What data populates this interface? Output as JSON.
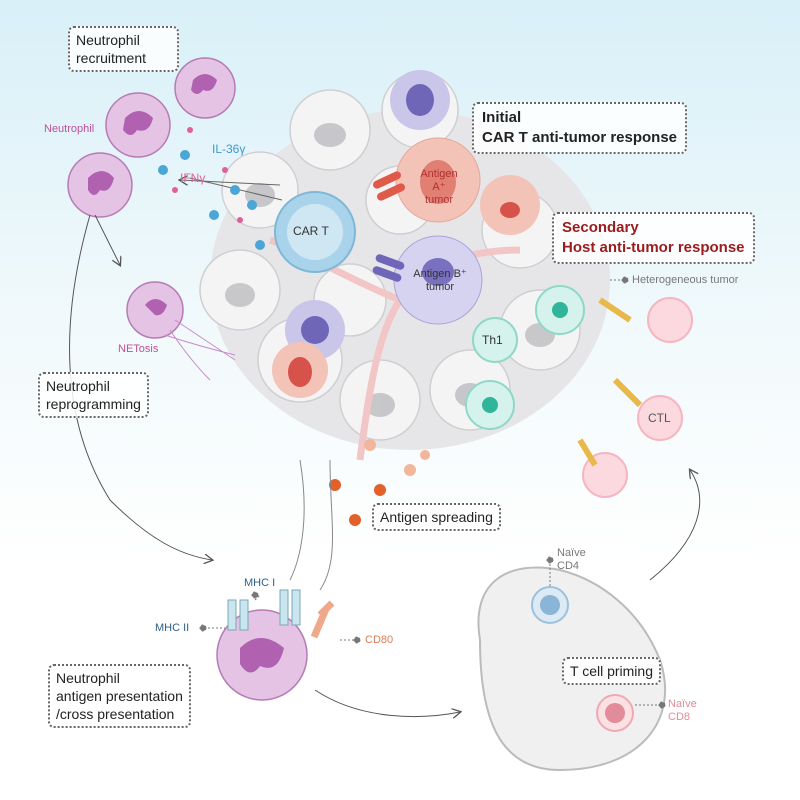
{
  "labels": {
    "neutrophil_recruitment": "Neutrophil recruitment",
    "neutrophil": "Neutrophil",
    "il36": "IL-36γ",
    "ifng": "IFNγ",
    "car_t": "CAR T",
    "antigen_a": "Antigen A⁺",
    "antigen_a_2": "tumor",
    "antigen_b": "Antigen B⁺",
    "antigen_b_2": "tumor",
    "initial_1": "Initial",
    "initial_2": "CAR T anti-tumor response",
    "secondary_1": "Secondary",
    "secondary_2": "Host anti-tumor response",
    "heterogeneous": "Heterogeneous tumor",
    "th1": "Th1",
    "ctl": "CTL",
    "netosis": "NETosis",
    "reprogramming_1": "Neutrophil",
    "reprogramming_2": "reprogramming",
    "antigen_spreading": "Antigen spreading",
    "mhc1": "MHC I",
    "mhc2": "MHC II",
    "cd80": "CD80",
    "presentation_1": "Neutrophil",
    "presentation_2": "antigen presentation",
    "presentation_3": "/cross presentation",
    "naive_cd4_1": "Naïve",
    "naive_cd4_2": "CD4",
    "naive_cd8_1": "Naïve",
    "naive_cd8_2": "CD8",
    "t_cell_priming": "T cell priming"
  },
  "colors": {
    "neutrophil": "#c98ac9",
    "car_t": "#a9d3ea",
    "antigen_a": "#f3c3b8",
    "antigen_b": "#c9c6ea",
    "host_response": "#9b1c1c",
    "cytokine_blue": "#4aa6d6",
    "cytokine_pink": "#e0609a",
    "teal_cell": "#8fd8c8",
    "ctl_cell": "#f6b5c0"
  }
}
